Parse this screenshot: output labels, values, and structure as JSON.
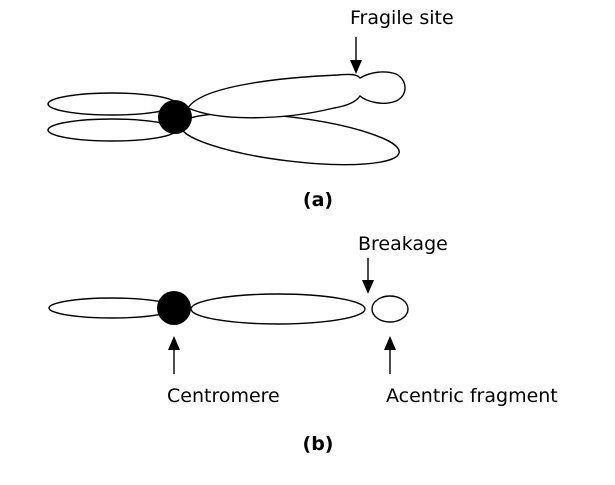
{
  "panel_a": {
    "label": "(a)",
    "fragile_site_label": "Fragile site"
  },
  "panel_b": {
    "label": "(b)",
    "breakage_label": "Breakage",
    "centromere_label": "Centromere",
    "acentric_fragment_label": "Acentric fragment"
  },
  "colors": {
    "outline": "#000000",
    "centromere_fill": "#000000",
    "chromatid_fill": "#ffffff"
  }
}
